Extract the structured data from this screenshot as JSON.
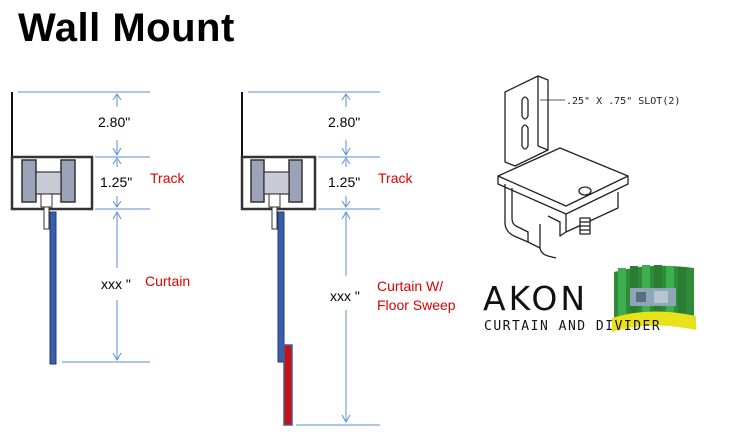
{
  "title": "Wall Mount",
  "left_diagram": {
    "dim_top": "2.80\"",
    "dim_track": "1.25\"",
    "dim_curtain": "xxx \"",
    "label_track": "Track",
    "label_curtain": "Curtain"
  },
  "right_diagram": {
    "dim_top": "2.80\"",
    "dim_track": "1.25\"",
    "dim_curtain": "xxx \"",
    "label_track": "Track",
    "label_curtain_line1": "Curtain W/",
    "label_curtain_line2": "Floor Sweep"
  },
  "bracket": {
    "slot_label": ".25\" X .75\" SLOT(2)"
  },
  "brand": {
    "name": "AKON",
    "tagline": "CURTAIN AND DIVIDER"
  },
  "colors": {
    "dimension_line": "#5b8fd6",
    "curtain_fill": "#3a5fa8",
    "floor_sweep": "#cc1010",
    "label_red": "#e00000"
  }
}
